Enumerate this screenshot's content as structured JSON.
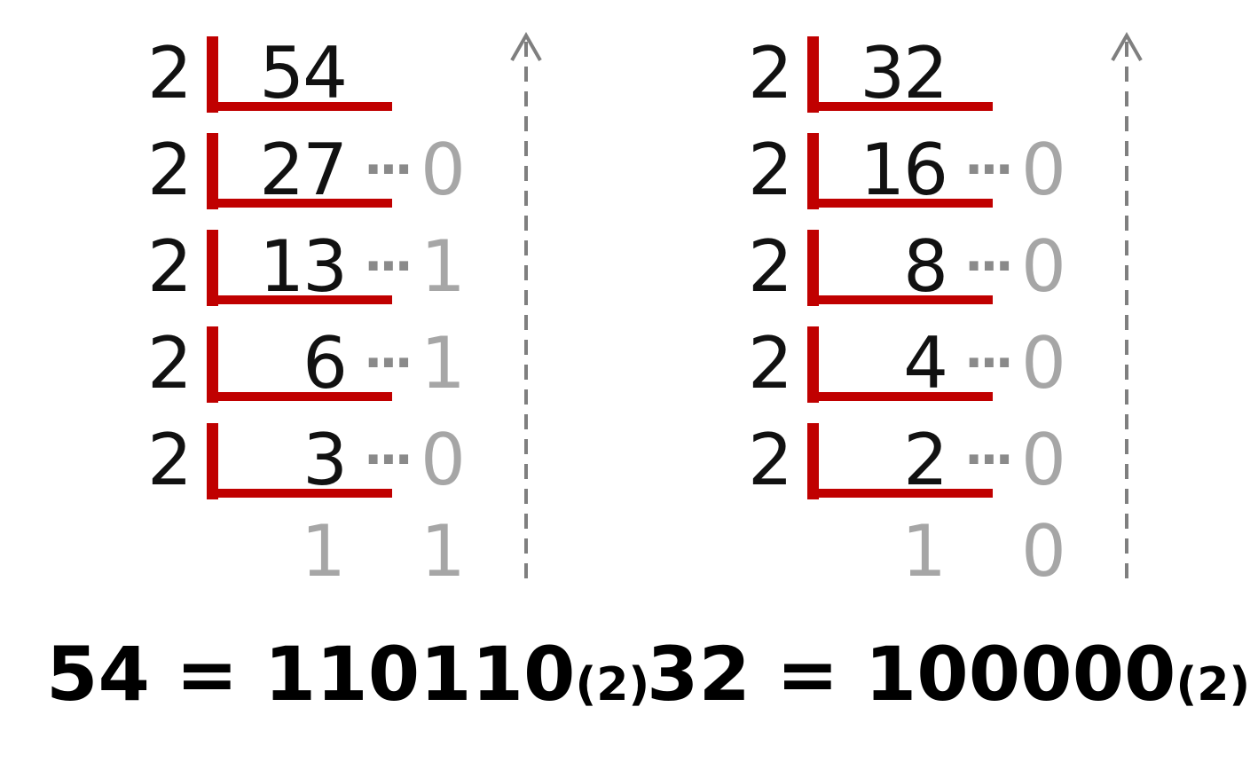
{
  "panels": [
    {
      "divisor": "2",
      "rows": [
        {
          "dividend": "54",
          "remainder": ""
        },
        {
          "dividend": "27",
          "remainder": "0"
        },
        {
          "dividend": "13",
          "remainder": "1"
        },
        {
          "dividend": "6",
          "remainder": "1"
        },
        {
          "dividend": "3",
          "remainder": "0"
        }
      ],
      "last_quotient": "1",
      "last_remainder": "1",
      "result": {
        "number": "54",
        "equals": "=",
        "binary": "110110",
        "base": "(2)"
      }
    },
    {
      "divisor": "2",
      "rows": [
        {
          "dividend": "32",
          "remainder": ""
        },
        {
          "dividend": "16",
          "remainder": "0"
        },
        {
          "dividend": "8",
          "remainder": "0"
        },
        {
          "dividend": "4",
          "remainder": "0"
        },
        {
          "dividend": "2",
          "remainder": "0"
        }
      ],
      "last_quotient": "1",
      "last_remainder": "0",
      "result": {
        "number": "32",
        "equals": "=",
        "binary": "100000",
        "base": "(2)"
      }
    }
  ],
  "dots_glyph": "···",
  "colors": {
    "bracket": "#c00000",
    "dividend": "#111111",
    "remainder": "#a6a6a6",
    "dots": "#8a8a8a",
    "arrow": "#7f7f7f"
  },
  "icons": {
    "arrow": "dashed-up-arrow-icon"
  }
}
